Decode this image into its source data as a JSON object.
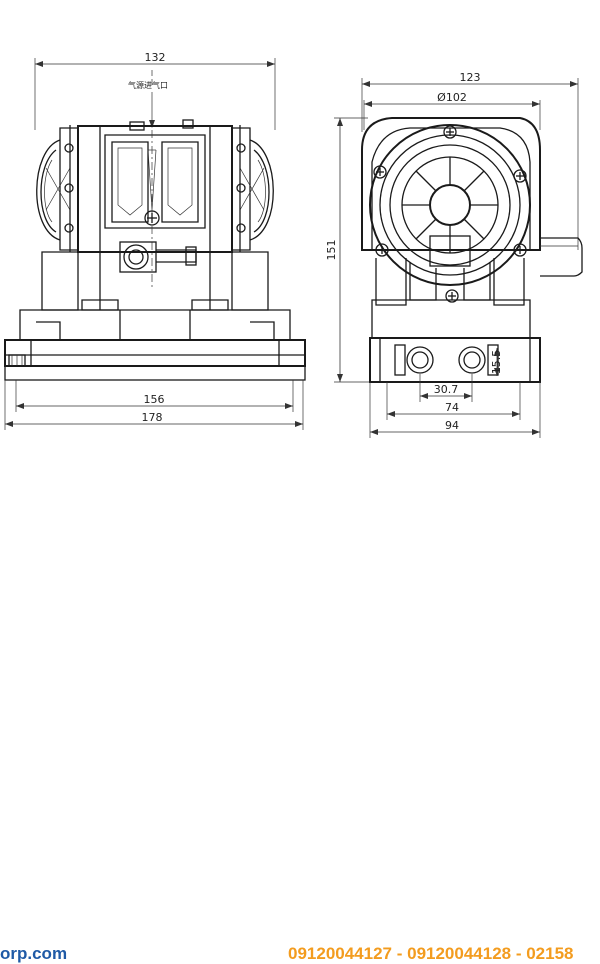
{
  "drawing": {
    "front_view": {
      "dims": {
        "top_width": "132",
        "base_inner": "156",
        "base_outer": "178"
      },
      "air_inlet_label": "气源进气口"
    },
    "side_view": {
      "dims": {
        "top_width": "123",
        "diameter": "Ø102",
        "height": "151",
        "port_spacing": "30.7",
        "bolt_spacing": "74",
        "base_width": "94",
        "port_height": "15.5"
      }
    }
  },
  "footer": {
    "website": "orp.com",
    "phones": "09120044127 - 09120044128 - 02158"
  }
}
